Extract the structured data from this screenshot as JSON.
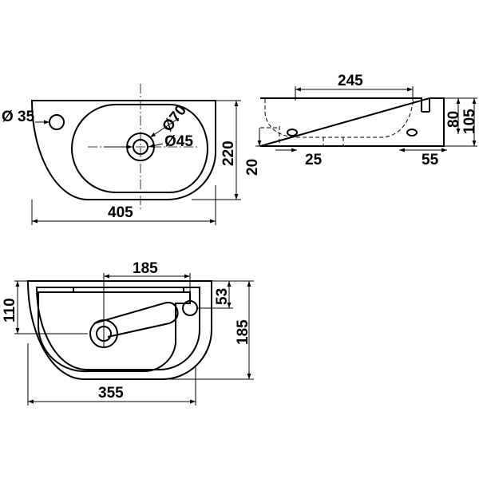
{
  "top_view": {
    "tap_hole_label": "Ø 35",
    "drain_outer_label": "Ø70",
    "drain_inner_label": "Ø45",
    "width_label": "405",
    "depth_label": "220"
  },
  "side_view": {
    "bowl_width_label": "245",
    "left_offset_label": "25",
    "wall_height_label": "20",
    "right_offset_label": "55",
    "inner_height_label": "80",
    "total_height_label": "105"
  },
  "bottom_view": {
    "inner_width_label": "185",
    "left_depth_label": "110",
    "outlet_offset_label": "53",
    "right_depth_label": "185",
    "width_label": "355"
  }
}
